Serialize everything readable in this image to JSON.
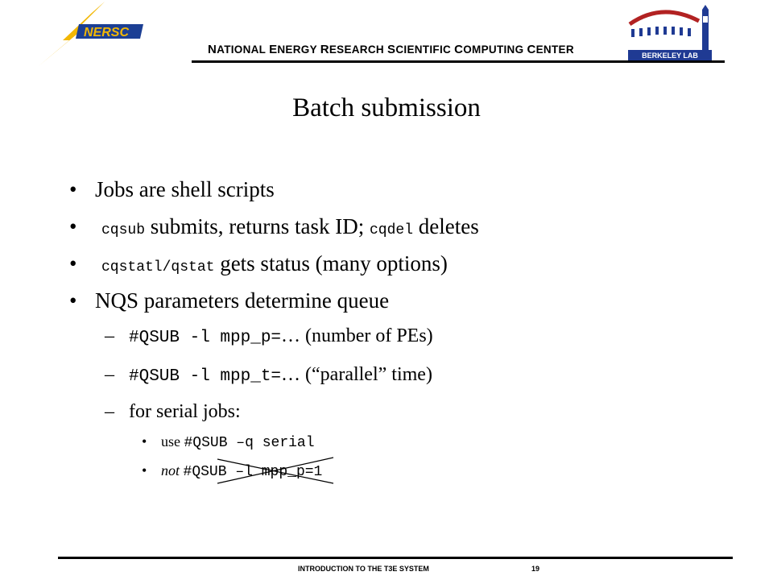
{
  "header": {
    "logo_nersc_text": "NERSC",
    "logo_lbl_text": "BERKELEY LAB",
    "org_name": {
      "words": [
        {
          "cap": "N",
          "rest": "ATIONAL"
        },
        {
          "cap": "E",
          "rest": "NERGY"
        },
        {
          "cap": "R",
          "rest": "ESEARCH"
        },
        {
          "cap": "S",
          "rest": "CIENTIFIC"
        },
        {
          "cap": "C",
          "rest": "OMPUTING"
        },
        {
          "cap": "C",
          "rest": "ENTER"
        }
      ]
    }
  },
  "slide": {
    "title": "Batch submission",
    "bullets": {
      "b1": {
        "marker": "•",
        "text": "Jobs are shell scripts"
      },
      "b2": {
        "marker": "•",
        "code1": "cqsub",
        "text1": " submits, returns task ID; ",
        "code2": "cqdel",
        "text2": " deletes"
      },
      "b3": {
        "marker": "•",
        "code1": "cqstatl/qstat",
        "text1": " gets status (many options)"
      },
      "b4": {
        "marker": "•",
        "text": "NQS parameters determine queue"
      },
      "s1": {
        "marker": "–",
        "code": "#QSUB -l mpp_p=",
        "text": "… (number of PEs)"
      },
      "s2": {
        "marker": "–",
        "code": "#QSUB -l mpp_t=",
        "text": "… (“parallel” time)"
      },
      "s3": {
        "marker": "–",
        "text": "for serial jobs:"
      },
      "t1": {
        "marker": "•",
        "text": "use ",
        "code": "#QSUB –q serial"
      },
      "t2": {
        "marker": "•",
        "text": "not ",
        "code": "#QSUB –l mpp_p=1"
      }
    }
  },
  "footer": {
    "text": "INTRODUCTION TO THE T3E SYSTEM",
    "page": "19"
  },
  "colors": {
    "nersc_yellow": "#f2b705",
    "nersc_blue": "#1c3f94",
    "lbl_red": "#b22222",
    "lbl_blue": "#1f3a93"
  }
}
